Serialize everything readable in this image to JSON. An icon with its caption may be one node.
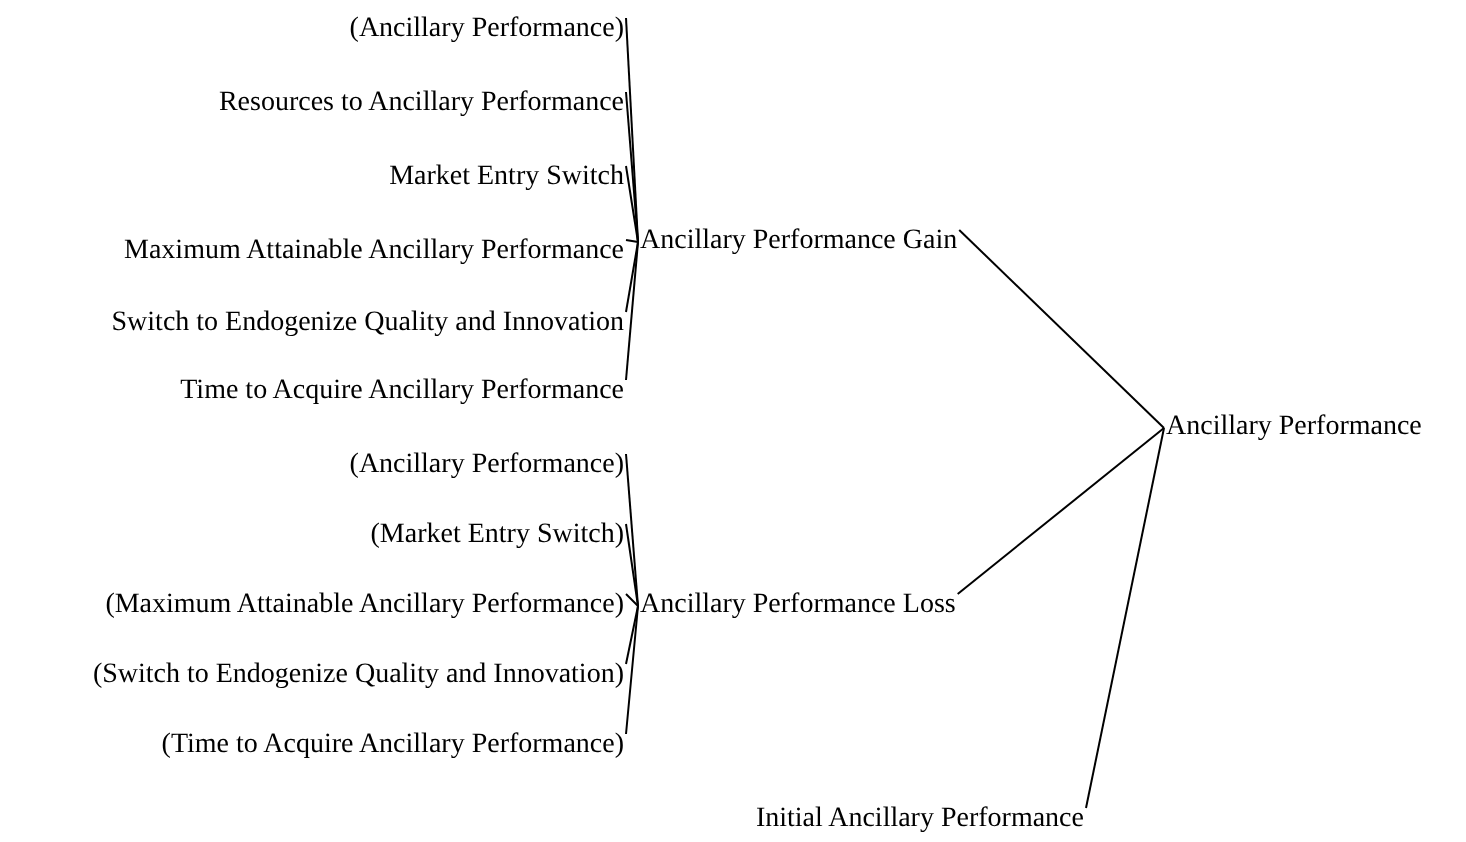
{
  "diagram": {
    "nodes": [
      {
        "text": [
          "(Ancillary Performance)"
        ]
      },
      {
        "text": [
          "Resources to Ancillary Performance"
        ]
      },
      {
        "text": [
          "Market Entry Switch"
        ]
      },
      {
        "text": [
          "Maximum Attainable Ancillary Performance"
        ]
      },
      {
        "text": [
          "Switch to Endogenize Quality and Innovation"
        ]
      },
      {
        "text": [
          "Time to Acquire Ancillary Performance"
        ]
      },
      {
        "text": [
          "Ancillary Performance Gain"
        ]
      },
      {
        "text": [
          "Ancillary Performance"
        ]
      },
      {
        "text": [
          "(Ancillary Performance)"
        ]
      },
      {
        "text": [
          "(Market Entry Switch)"
        ]
      },
      {
        "text": [
          "(Maximum Attainable Ancillary Performance)"
        ]
      },
      {
        "text": [
          "(Switch to Endogenize Quality and Innovation)"
        ]
      },
      {
        "text": [
          "(Time to Acquire Ancillary Performance)"
        ]
      },
      {
        "text": [
          "Ancillary Performance Loss"
        ]
      },
      {
        "text": [
          "Initial Ancillary Performance"
        ]
      }
    ],
    "edges": [
      {
        "from": 0,
        "to": 6,
        "arrow": "none"
      },
      {
        "from": 1,
        "to": 6,
        "arrow": "none"
      },
      {
        "from": 2,
        "to": 6,
        "arrow": "none"
      },
      {
        "from": 3,
        "to": 6,
        "arrow": "none"
      },
      {
        "from": 4,
        "to": 6,
        "arrow": "none"
      },
      {
        "from": 5,
        "to": 6,
        "arrow": "none"
      },
      {
        "from": 6,
        "to": 7,
        "arrow": "none"
      },
      {
        "from": 8,
        "to": 13,
        "arrow": "none"
      },
      {
        "from": 9,
        "to": 13,
        "arrow": "none"
      },
      {
        "from": 10,
        "to": 13,
        "arrow": "none"
      },
      {
        "from": 11,
        "to": 13,
        "arrow": "none"
      },
      {
        "from": 12,
        "to": 13,
        "arrow": "none"
      },
      {
        "from": 13,
        "to": 7,
        "arrow": "none"
      },
      {
        "from": 14,
        "to": 7,
        "arrow": "none"
      }
    ]
  }
}
